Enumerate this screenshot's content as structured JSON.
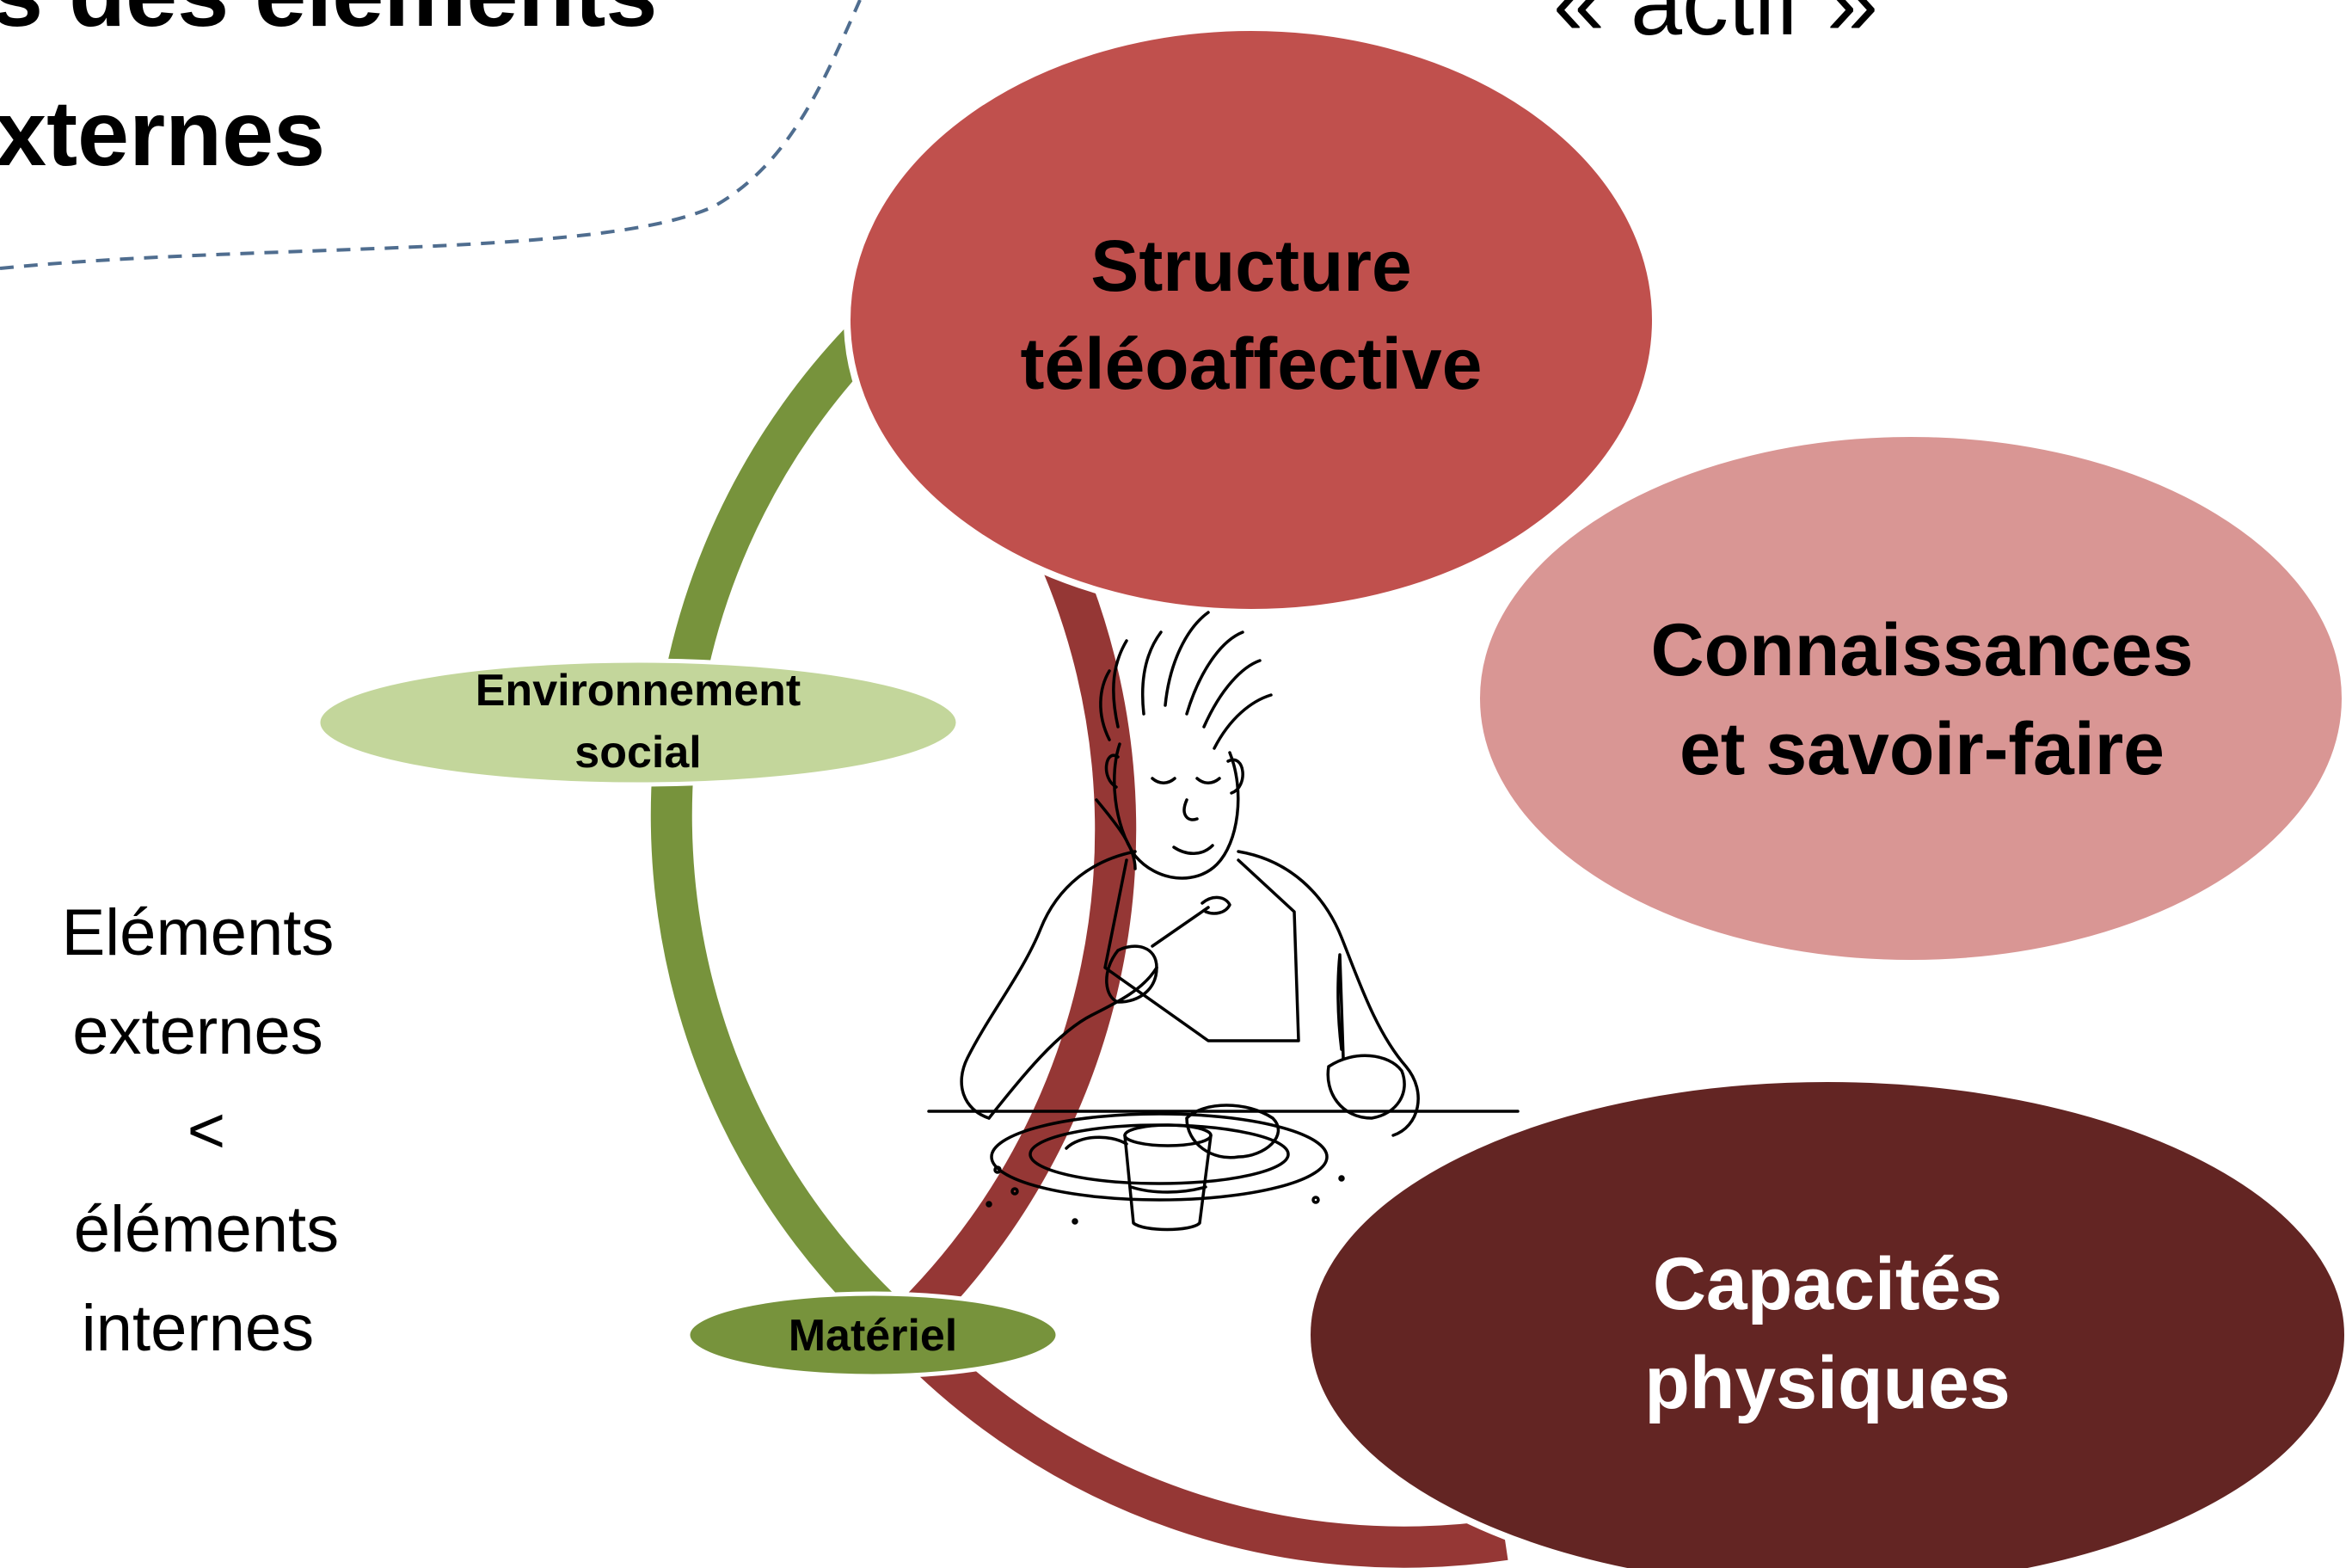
{
  "heading_left": {
    "line1": "s des éléments",
    "line2": "xternes"
  },
  "heading_right": {
    "text": "« actif »"
  },
  "nodes": {
    "structure": {
      "line1": "Structure",
      "line2": "téléoaffective",
      "color": "#C0504D",
      "text_color": "#000000"
    },
    "connaissances": {
      "line1": "Connaissances",
      "line2": "et savoir-faire",
      "color": "#D99694",
      "text_color": "#000000"
    },
    "capacites": {
      "line1": "Capacités",
      "line2": "physiques",
      "color": "#632523",
      "text_color": "#FFFFFF"
    },
    "environnement": {
      "line1": "Environnement",
      "line2": "social",
      "color": "#C3D69B",
      "text_color": "#000000"
    },
    "materiel": {
      "label": "Matériel",
      "color": "#77933C",
      "text_color": "#000000"
    }
  },
  "ring": {
    "external_color": "#77933C",
    "internal_color": "#953735",
    "dash_color": "#4F6D8F"
  },
  "side_note": {
    "line1": "Eléments",
    "line2": "externes",
    "line3": "<",
    "line4": "éléments",
    "line5": "internes"
  },
  "illustration": {
    "icon": "person-eating-icon"
  }
}
